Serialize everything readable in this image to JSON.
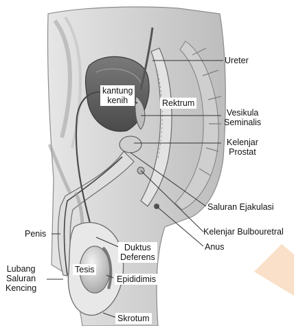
{
  "labels": {
    "ureter": "Ureter",
    "kantung_1": "kantung",
    "kantung_2": "kenih",
    "rektrum": "Rektrum",
    "vesikula_1": "Vesikula",
    "vesikula_2": "Seminalis",
    "kelenjar_prostat_1": "Kelenjar",
    "kelenjar_prostat_2": "Prostat",
    "saluran_ejakulasi": "Saluran Ejakulasi",
    "kelenjar_bulbouretral": "Kelenjar Bulbouretral",
    "anus": "Anus",
    "penis": "Penis",
    "duktus_1": "Duktus",
    "duktus_2": "Deferens",
    "lubang_1": "Lubang",
    "lubang_2": "Saluran",
    "lubang_3": "Kencing",
    "tesis": "Tesis",
    "epididimis": "Epididimis",
    "skrotum": "Skrotum"
  },
  "colors": {
    "line": "#333333",
    "tissue": "#d9d9d9",
    "tissue_dark": "#9a9a9a",
    "watermark": "#f6c79a"
  }
}
